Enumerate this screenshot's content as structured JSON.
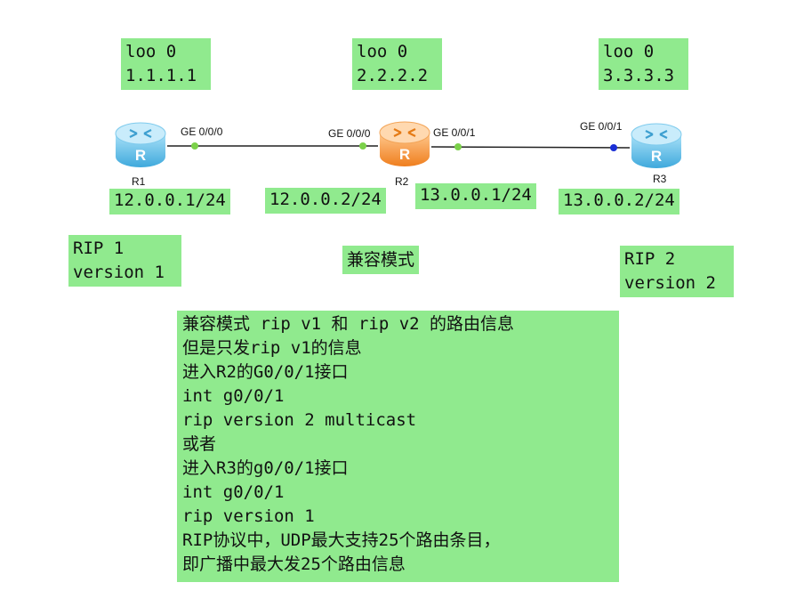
{
  "routers": {
    "r1": {
      "name": "R1",
      "loopback_if": "loo 0",
      "loopback_ip": "1.1.1.1",
      "port": "GE 0/0/0",
      "ip": "12.0.0.1/24"
    },
    "r2": {
      "name": "R2",
      "loopback_if": "loo 0",
      "loopback_ip": "2.2.2.2",
      "port_left": "GE 0/0/0",
      "port_right": "GE 0/0/1",
      "ip_left": "12.0.0.2/24",
      "ip_right": "13.0.0.1/24"
    },
    "r3": {
      "name": "R3",
      "loopback_if": "loo 0",
      "loopback_ip": "3.3.3.3",
      "port": "GE 0/0/1",
      "ip": "13.0.0.2/24"
    }
  },
  "rip_left": {
    "line1": "RIP 1",
    "line2": "version 1"
  },
  "rip_right": {
    "line1": "RIP 2",
    "line2": "version 2"
  },
  "mode_label": "兼容模式",
  "notes": [
    "兼容模式 rip v1 和 rip v2 的路由信息",
    "但是只发rip v1的信息",
    "进入R2的G0/0/1接口",
    "int g0/0/1",
    "rip version 2 multicast",
    "或者",
    "进入R3的g0/0/1接口",
    "int g0/0/1",
    "rip version 1",
    "RIP协议中，UDP最大支持25个路由条目，",
    "即广播中最大发25个路由信息"
  ],
  "colors": {
    "note_bg": "#90ea8e",
    "router_blue": "#6fc8ef",
    "router_orange": "#f59a3a",
    "link": "#222222",
    "port_green": "#7bd14a",
    "port_blue": "#1a2fd6"
  }
}
